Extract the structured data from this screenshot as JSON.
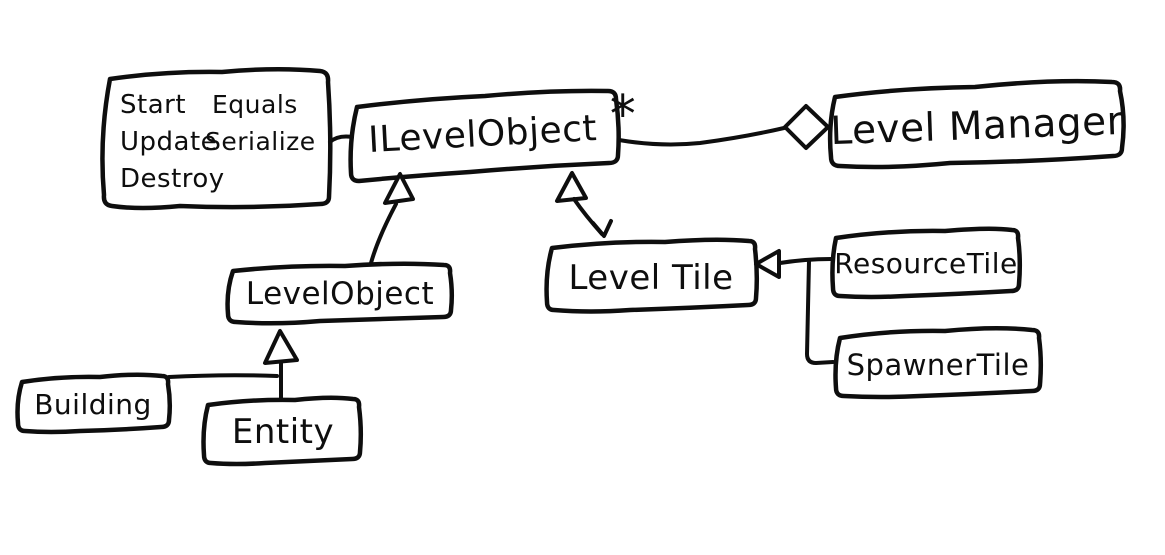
{
  "colors": {
    "ink": "#0e0e0e",
    "background": "#ffffff"
  },
  "diagram": {
    "kind": "hand-drawn UML class diagram",
    "note_box": {
      "column1": [
        "Start",
        "Update",
        "Destroy"
      ],
      "column2": [
        "Equals",
        "Serialize"
      ]
    },
    "nodes": {
      "ilevel_object": "ILevelObject",
      "level_manager": "Level Manager",
      "level_object": "LevelObject",
      "level_tile": "Level Tile",
      "resource_tile": "ResourceTile",
      "spawner_tile": "SpawnerTile",
      "building": "Building",
      "entity": "Entity"
    },
    "labels": {
      "aggregation_multiplicity": "*"
    },
    "relationships": [
      {
        "from": "ILevelObject",
        "to": "Level Manager",
        "type": "aggregation",
        "multiplicity": "*"
      },
      {
        "from": "LevelObject",
        "to": "ILevelObject",
        "type": "inheritance"
      },
      {
        "from": "Level Tile",
        "to": "ILevelObject",
        "type": "inheritance"
      },
      {
        "from": "ResourceTile",
        "to": "Level Tile",
        "type": "inheritance"
      },
      {
        "from": "SpawnerTile",
        "to": "Level Tile",
        "type": "inheritance"
      },
      {
        "from": "Building",
        "to": "LevelObject",
        "type": "inheritance"
      },
      {
        "from": "Entity",
        "to": "LevelObject",
        "type": "inheritance"
      },
      {
        "from": "note(Start, Update, Destroy, Equals, Serialize)",
        "to": "ILevelObject",
        "type": "note-attachment"
      }
    ]
  }
}
